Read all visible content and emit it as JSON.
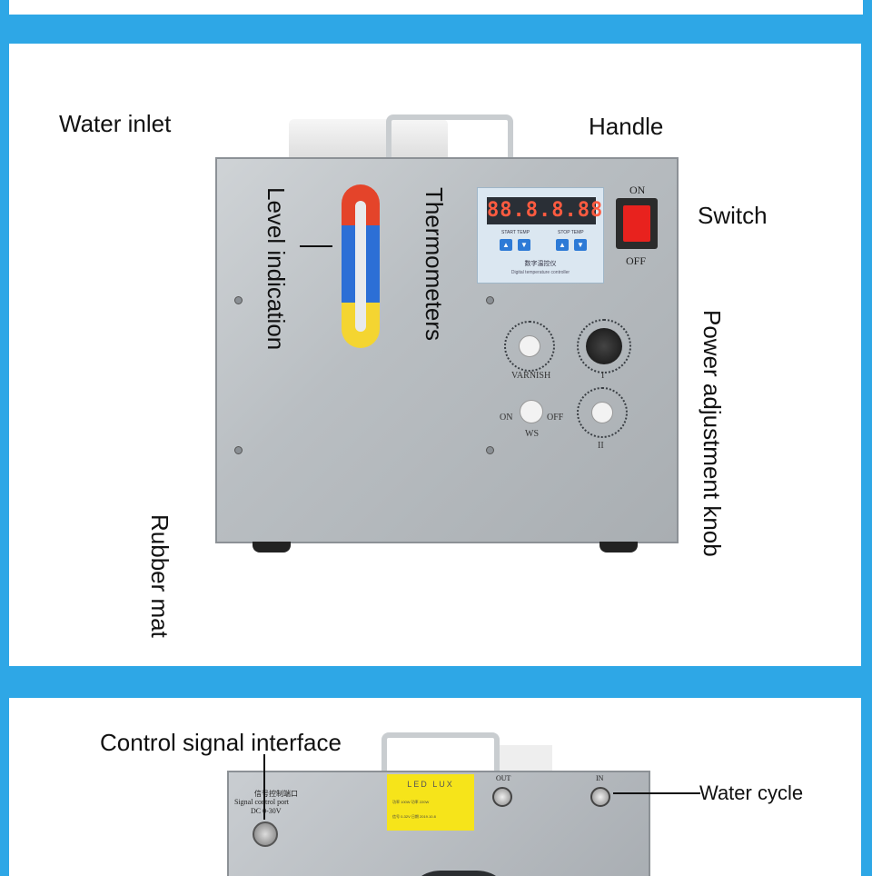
{
  "front_view": {
    "labels": {
      "water_inlet": "Water inlet",
      "handle": "Handle",
      "switch": "Switch",
      "level_indication": "Level indication",
      "thermometers": "Thermometers",
      "power_adjustment_knob": "Power adjustment knob",
      "rubber_mat": "Rubber mat"
    },
    "controller": {
      "display": "88.8.8.88",
      "start_temp": "START TEMP",
      "stop_temp": "STOP TEMP",
      "up_glyph": "▲",
      "down_glyph": "▼",
      "title": "数字温控仪",
      "caption": "Digital temperature controller"
    },
    "switch_on": "ON",
    "switch_off": "OFF",
    "knobs": {
      "varnish": "VARNISH",
      "knob_1": "I",
      "knob_2": "II",
      "ws": "WS",
      "ws_on": "ON",
      "ws_off": "OFF"
    },
    "colors": {
      "level_red": "#e4442a",
      "level_blue": "#2c6fd6",
      "level_yellow": "#f4d531",
      "switch_red": "#e8221e"
    }
  },
  "back_view": {
    "labels": {
      "control_signal_interface": "Control signal interface",
      "water_cycle": "Water cycle"
    },
    "port_cn": "信号控制端口",
    "port_en": "Signal control port",
    "port_voltage": "DC 0-30V",
    "out": "OUT",
    "in": "IN",
    "label_card": {
      "title": "LED LUX",
      "line1": "功率 100W    功率 220W",
      "line2": "信号 0-32V   日期 2019.10.8"
    }
  },
  "theme": {
    "frame_blue": "#2ea7e6"
  }
}
